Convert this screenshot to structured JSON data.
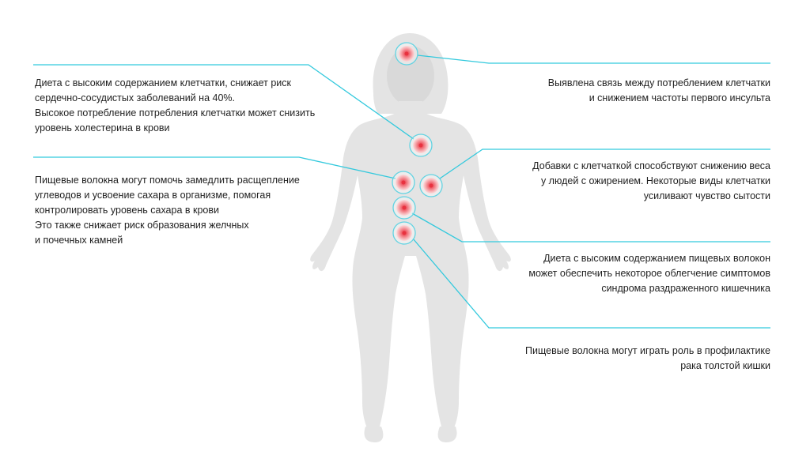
{
  "colors": {
    "connector": "#33c9dd",
    "silhouette": "#e4e4e4",
    "marker_core": "#ee4a55",
    "marker_glow": "#f7a3a8",
    "marker_ring": "#62d3e2",
    "text": "#1f1f1f"
  },
  "left_notes": [
    {
      "lines": [
        "Диета с высоким содержанием клетчатки, снижает риск",
        "сердечно-сосудистых заболеваний на 40%.",
        "Высокое потребление потребления клетчатки может снизить",
        "уровень холестерина в крови"
      ]
    },
    {
      "lines": [
        "Пищевые волокна могут помочь замедлить расщепление",
        "углеводов и усвоение сахара в организме, помогая",
        "контролировать уровень сахара в крови",
        "Это также снижает риск образования желчных",
        "и почечных камней"
      ]
    }
  ],
  "right_notes": [
    {
      "lines": [
        "Выявлена связь между потреблением клетчатки",
        "и снижением частоты первого инсульта"
      ]
    },
    {
      "lines": [
        "Добавки с клетчаткой способствуют снижению веса",
        "у людей с ожирением. Некоторые виды клетчатки",
        "усиливают чувство сытости"
      ]
    },
    {
      "lines": [
        "Диета с высоким содержанием пищевых волокон",
        "может обеспечить некоторое облегчение симптомов",
        "синдрома раздраженного кишечника"
      ]
    },
    {
      "lines": [
        "Пищевые волокна могут играть роль в профилактике",
        "рака толстой кишки"
      ]
    }
  ],
  "markers": [
    {
      "name": "head-marker"
    },
    {
      "name": "chest-marker"
    },
    {
      "name": "stomach-marker"
    },
    {
      "name": "side-marker"
    },
    {
      "name": "abdomen-marker"
    },
    {
      "name": "lower-abdomen-marker"
    }
  ]
}
